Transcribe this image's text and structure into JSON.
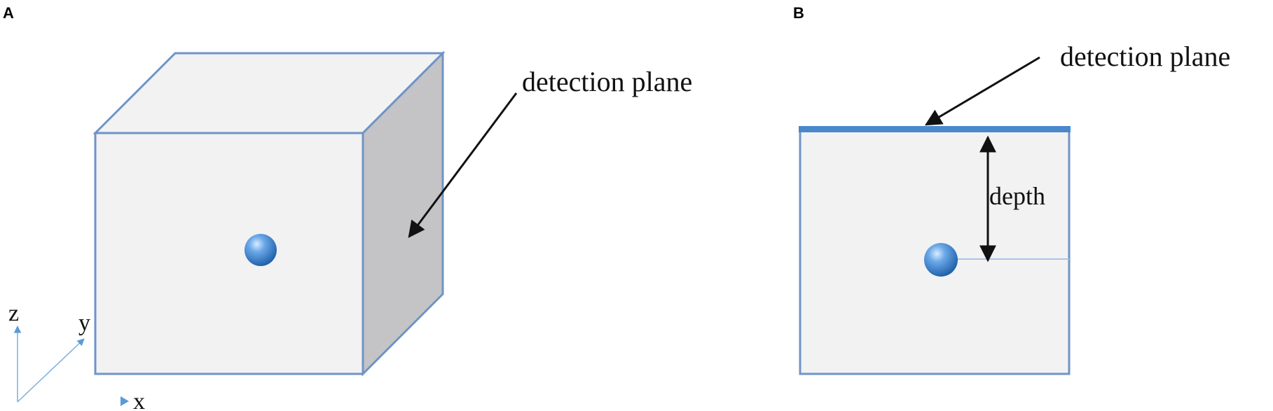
{
  "panel_a": {
    "letter": "A",
    "detection_label": "detection plane",
    "axes": {
      "z": "z",
      "y": "y",
      "x": "x"
    }
  },
  "panel_b": {
    "letter": "B",
    "detection_label": "detection plane",
    "depth_label": "depth"
  },
  "colors": {
    "face_light": "#f2f2f3",
    "face_side": "#c4c4c6",
    "edge": "#6f94c6",
    "detection_plane": "#4a88cc",
    "sphere": "#4d8fd6",
    "axis": "#7aaee0",
    "arrow": "#111111"
  }
}
